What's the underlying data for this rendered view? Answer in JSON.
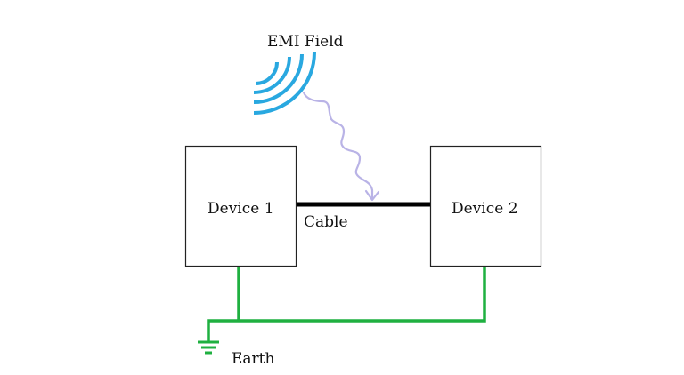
{
  "diagram": {
    "emi_label": "EMI Field",
    "device1_label": "Device 1",
    "device2_label": "Device 2",
    "cable_label": "Cable",
    "earth_label": "Earth"
  },
  "colors": {
    "emi_waves": "#29a8e0",
    "interference_path": "#b9b3e6",
    "ground_wire": "#1fb040",
    "cable": "#000000",
    "box_border": "#222222"
  },
  "icons": {
    "emi_source": "radio-waves-icon",
    "ground": "earth-ground-icon"
  }
}
